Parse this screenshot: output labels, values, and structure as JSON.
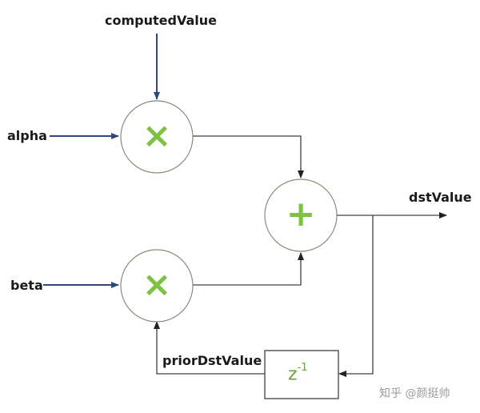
{
  "labels": {
    "computed_value": "computedValue",
    "alpha": "alpha",
    "beta": "beta",
    "dst_value": "dstValue",
    "prior_dst_value": "priorDstValue"
  },
  "operators": {
    "multiply": "×",
    "add": "+"
  },
  "delay_block": {
    "base": "z",
    "exponent": "-1"
  },
  "watermark": "知乎 @颜挺帅",
  "colors": {
    "input_arrow": "#2c4a7c",
    "line": "#404040",
    "circle_stroke": "#8a8a7a",
    "operator": "#7dc242",
    "delay_text": "#6aa33a"
  }
}
